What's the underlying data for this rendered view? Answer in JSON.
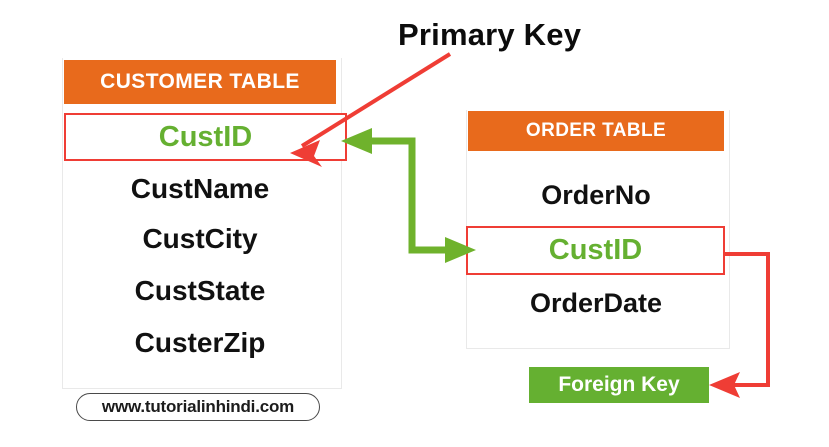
{
  "diagram": {
    "title_label": "Primary Key",
    "foreign_key_label": "Foreign Key",
    "watermark": "www.tutorialinhindi.com",
    "colors": {
      "header_orange": "#E86A1C",
      "key_green": "#65B031",
      "arrow_red": "#EF3D35",
      "badge_green": "#65B031",
      "text_black": "#111111",
      "card_background": "#FFFFFF"
    }
  },
  "customer_table": {
    "header": "CUSTOMER TABLE",
    "fields": [
      {
        "name": "CustID",
        "is_key": true,
        "key_type": "primary"
      },
      {
        "name": "CustName",
        "is_key": false,
        "key_type": ""
      },
      {
        "name": "CustCity",
        "is_key": false,
        "key_type": ""
      },
      {
        "name": "CustState",
        "is_key": false,
        "key_type": ""
      },
      {
        "name": "CusterZip",
        "is_key": false,
        "key_type": ""
      }
    ]
  },
  "order_table": {
    "header": "ORDER TABLE",
    "fields": [
      {
        "name": "OrderNo",
        "is_key": false,
        "key_type": ""
      },
      {
        "name": "CustID",
        "is_key": true,
        "key_type": "foreign"
      },
      {
        "name": "OrderDate",
        "is_key": false,
        "key_type": ""
      }
    ]
  },
  "annotations": {
    "primary_key_arrow": {
      "label": "Primary Key",
      "points_to": "customer_table.CustID",
      "color": "#EF3D35"
    },
    "relationship_arrow": {
      "from": "order_table.CustID",
      "to": "customer_table.CustID",
      "color": "#65B031",
      "double_headed": true
    },
    "foreign_key_arrow": {
      "label": "Foreign Key",
      "points_to": "order_table.CustID",
      "color": "#EF3D35"
    }
  }
}
